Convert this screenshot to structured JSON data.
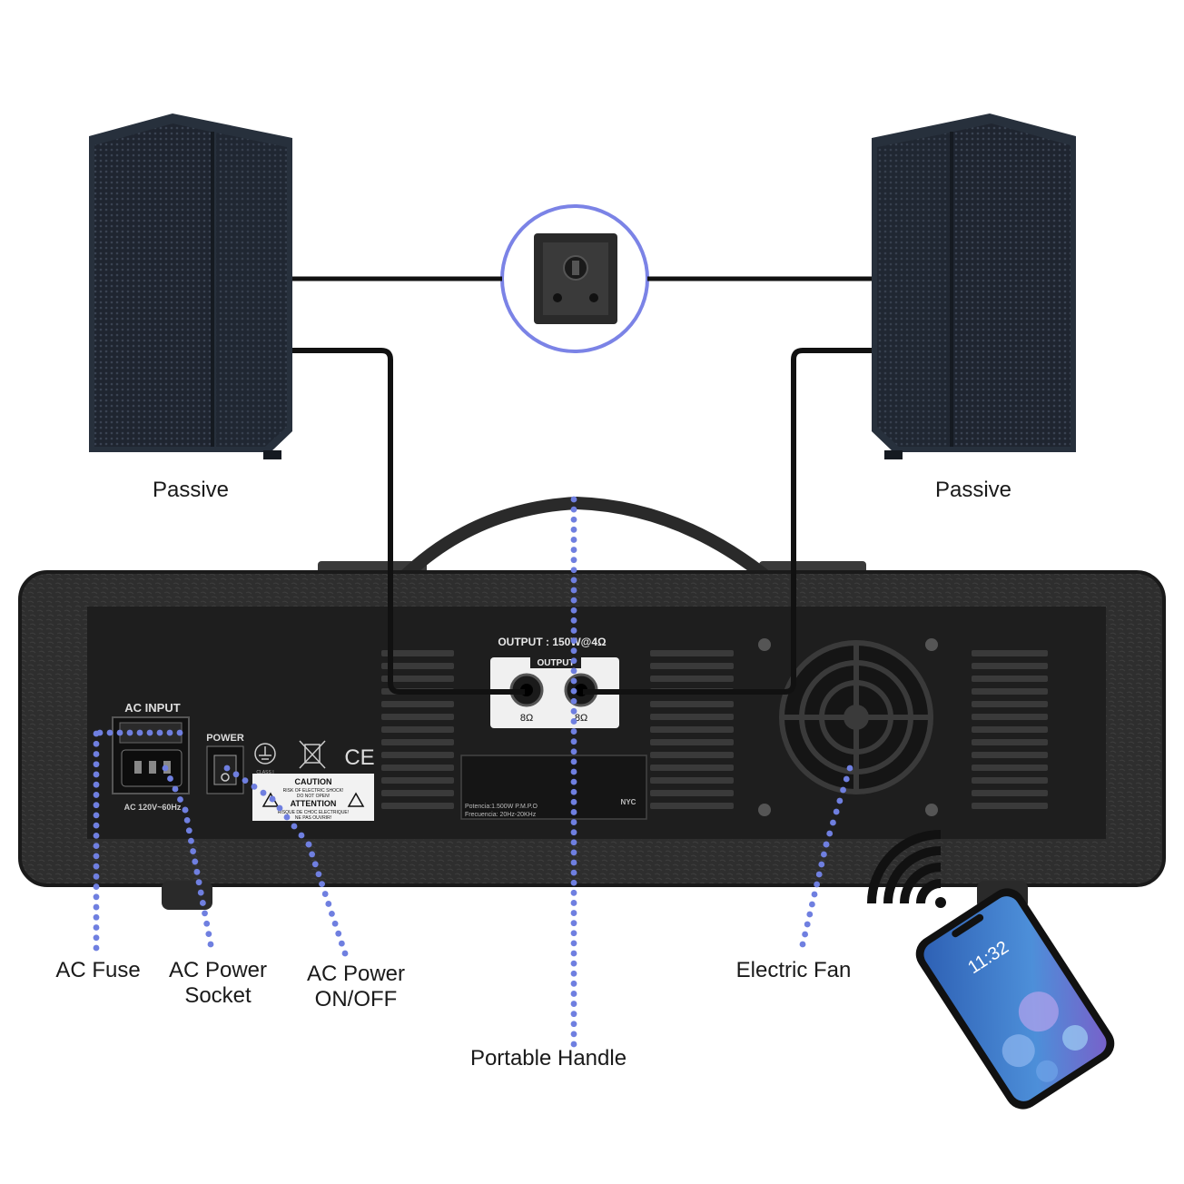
{
  "labels": {
    "left_speaker": "Passive",
    "right_speaker": "Passive",
    "ac_fuse": "AC Fuse",
    "ac_power_socket_l1": "AC Power",
    "ac_power_socket_l2": "Socket",
    "ac_power_onoff_l1": "AC Power",
    "ac_power_onoff_l2": "ON/OFF",
    "portable_handle": "Portable Handle",
    "electric_fan": "Electric Fan"
  },
  "panel": {
    "ac_input": "AC INPUT",
    "voltage": "AC 120V~60Hz",
    "power": "POWER",
    "caution": "CAUTION",
    "risk_line1": "RISK OF ELECTRIC SHOCK!",
    "risk_line2": "DO NOT OPEN!",
    "attention": "ATTENTION",
    "risque_line1": "RISQUE DE CHOC ELECTRIQUE!",
    "risque_line2": "NE PAS OUVRIR!",
    "class_label": "CLASS I",
    "output_rating": "OUTPUT : 150W@4Ω",
    "output": "OUTPUT",
    "impedance_left": "8Ω",
    "impedance_right": "8Ω",
    "spec_line1": "Potencia:1.500W P.M.P.O",
    "spec_line2": "Frecuencia: 20Hz-20KHz",
    "ce_mark": "CE",
    "brand_tag": "NYC"
  },
  "phone": {
    "time": "11:32"
  },
  "colors": {
    "callout_dots": "#6f7fe0",
    "connector_ring": "#7b83e6",
    "cable": "#111111",
    "speaker_body": "#2a313d",
    "panel_face": "#1e1e1e",
    "chassis": "#2b2b2b",
    "phone_screen": "#3e78c8"
  },
  "icons": [
    "speakon-connector-icon",
    "ground-symbol-icon",
    "weee-bin-icon",
    "warning-triangle-icon",
    "wireless-signal-icon",
    "smartphone-icon"
  ]
}
